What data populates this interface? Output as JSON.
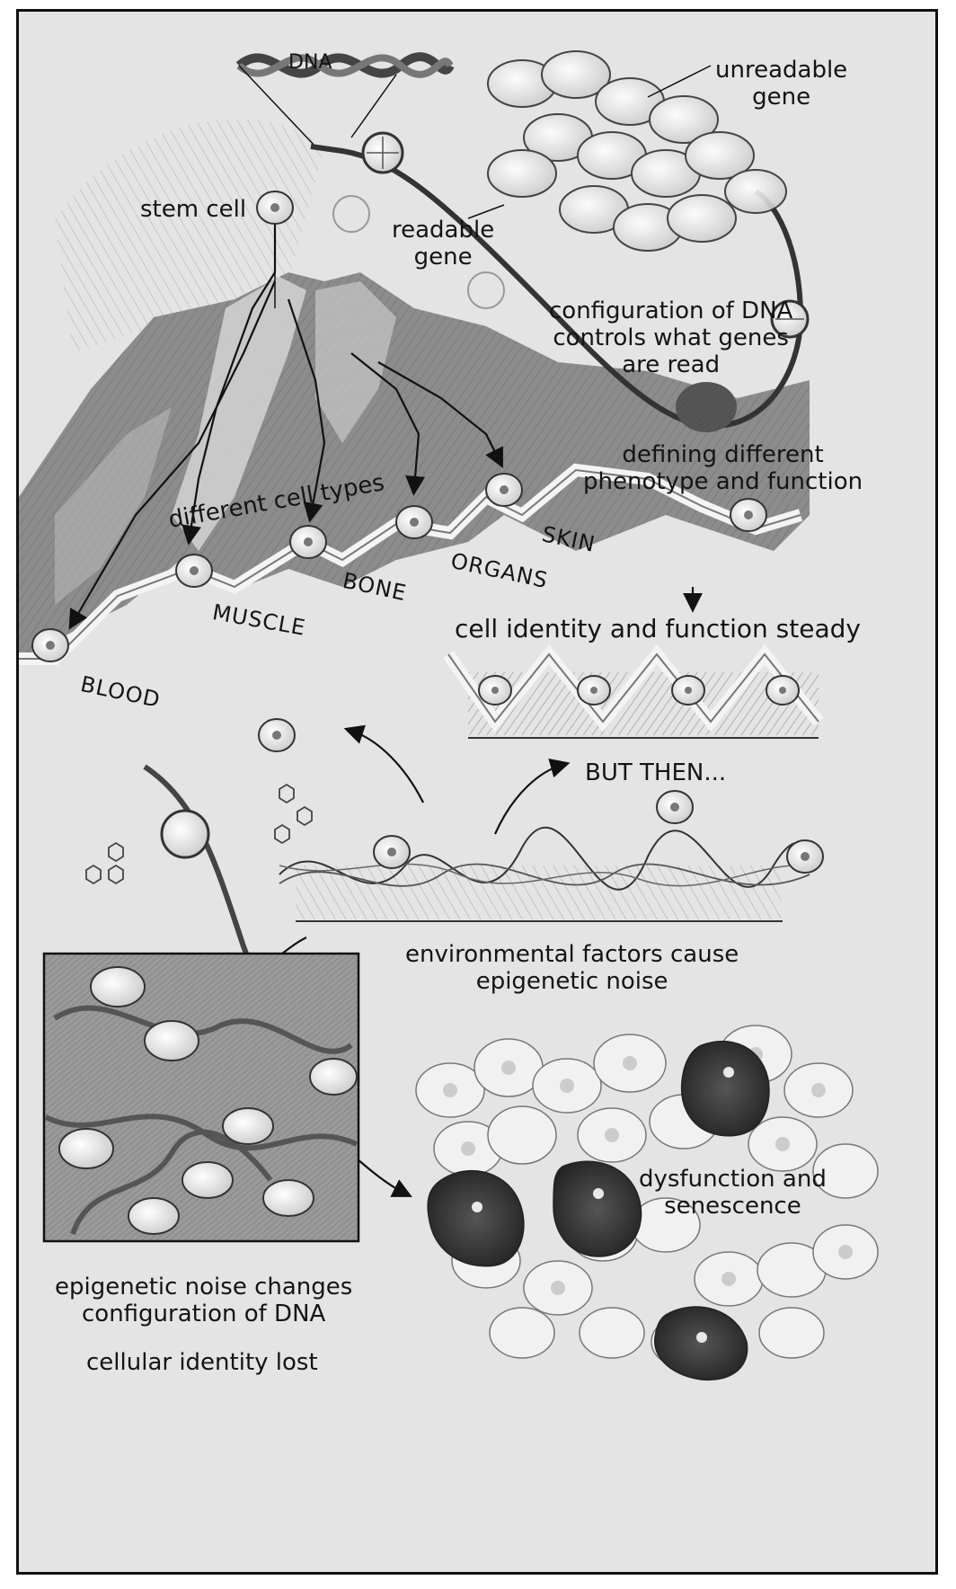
{
  "labels": {
    "dna": "DNA",
    "unreadable_gene": [
      "unreadable",
      "gene"
    ],
    "stem_cell": "stem cell",
    "readable_gene": [
      "readable",
      "gene"
    ],
    "configuration": [
      "configuration of DNA",
      "controls what genes",
      "are read"
    ],
    "defining": [
      "defining different",
      "phenotype and function"
    ],
    "different_cell_types": "different cell types",
    "tissues": {
      "skin": "SKIN",
      "organs": "ORGANS",
      "bone": "BONE",
      "muscle": "MUSCLE",
      "blood": "BLOOD"
    },
    "cell_identity_steady": "cell identity and function steady",
    "but_then": "BUT THEN...",
    "environmental": [
      "environmental factors cause",
      "epigenetic noise"
    ],
    "dysfunction": [
      "dysfunction and",
      "senescence"
    ],
    "noise_changes": [
      "epigenetic noise changes",
      "configuration of DNA"
    ],
    "identity_lost": "cellular identity lost"
  },
  "colors": {
    "frame": "#111111",
    "paper": "#e4e4e4",
    "mountain": "#8f8f8f",
    "dna_strand": "#4a4a4a",
    "cell_fill": "#f2f2f2",
    "dark_cell": "#3a3a3a"
  }
}
